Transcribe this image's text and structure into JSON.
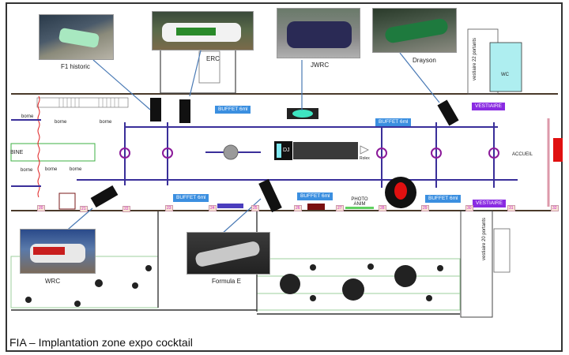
{
  "caption": "FIA – Implantation zone expo cocktail",
  "photos": [
    {
      "id": "f1-historic",
      "label": "F1 historic"
    },
    {
      "id": "erc",
      "label": "ERC"
    },
    {
      "id": "jwrc",
      "label": "JWRC"
    },
    {
      "id": "drayson",
      "label": "Drayson"
    },
    {
      "id": "wrc",
      "label": "WRC"
    },
    {
      "id": "formula-e",
      "label": "Formula E"
    }
  ],
  "zones": {
    "buffet": "BUFFET 6ml",
    "vestiaire": "VESTIAIRE",
    "dj": "DJ",
    "rolex": "Rolex",
    "photo_anim": "PHOTO ANIM",
    "accueil": "ACCUEIL",
    "wc": "WC",
    "vestiaire_22": "vestiaire 22 portants",
    "vestiaire_20": "vestiaire 20 portants",
    "cabine": "BINE",
    "borne": "borne"
  },
  "stand_numbers": [
    "20",
    "21",
    "22",
    "23",
    "24",
    "25",
    "26",
    "27",
    "28",
    "29",
    "30",
    "31",
    "32"
  ]
}
